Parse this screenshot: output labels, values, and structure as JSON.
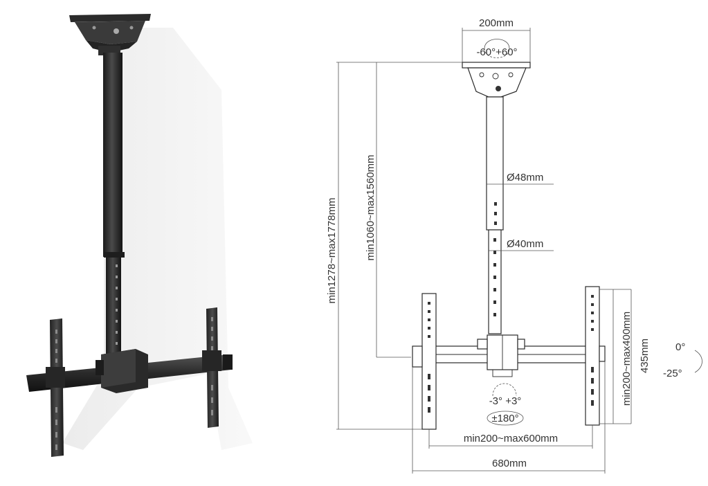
{
  "labels": {
    "top_width": "200mm",
    "top_rotation": "-60°+60°",
    "pole_upper_diameter": "Ø48mm",
    "pole_lower_diameter": "Ø40mm",
    "overall_height": "min1278~max1778mm",
    "pole_height": "min1060~max1560mm",
    "vertical_pitch_range": "min200~max400mm",
    "arm_height": "435mm",
    "tilt_zero": "0°",
    "tilt_neg": "-25°",
    "swivel_small": "-3° +3°",
    "rotation_full": "±180°",
    "horizontal_pitch_range": "min200~max600mm",
    "overall_width": "680mm"
  }
}
